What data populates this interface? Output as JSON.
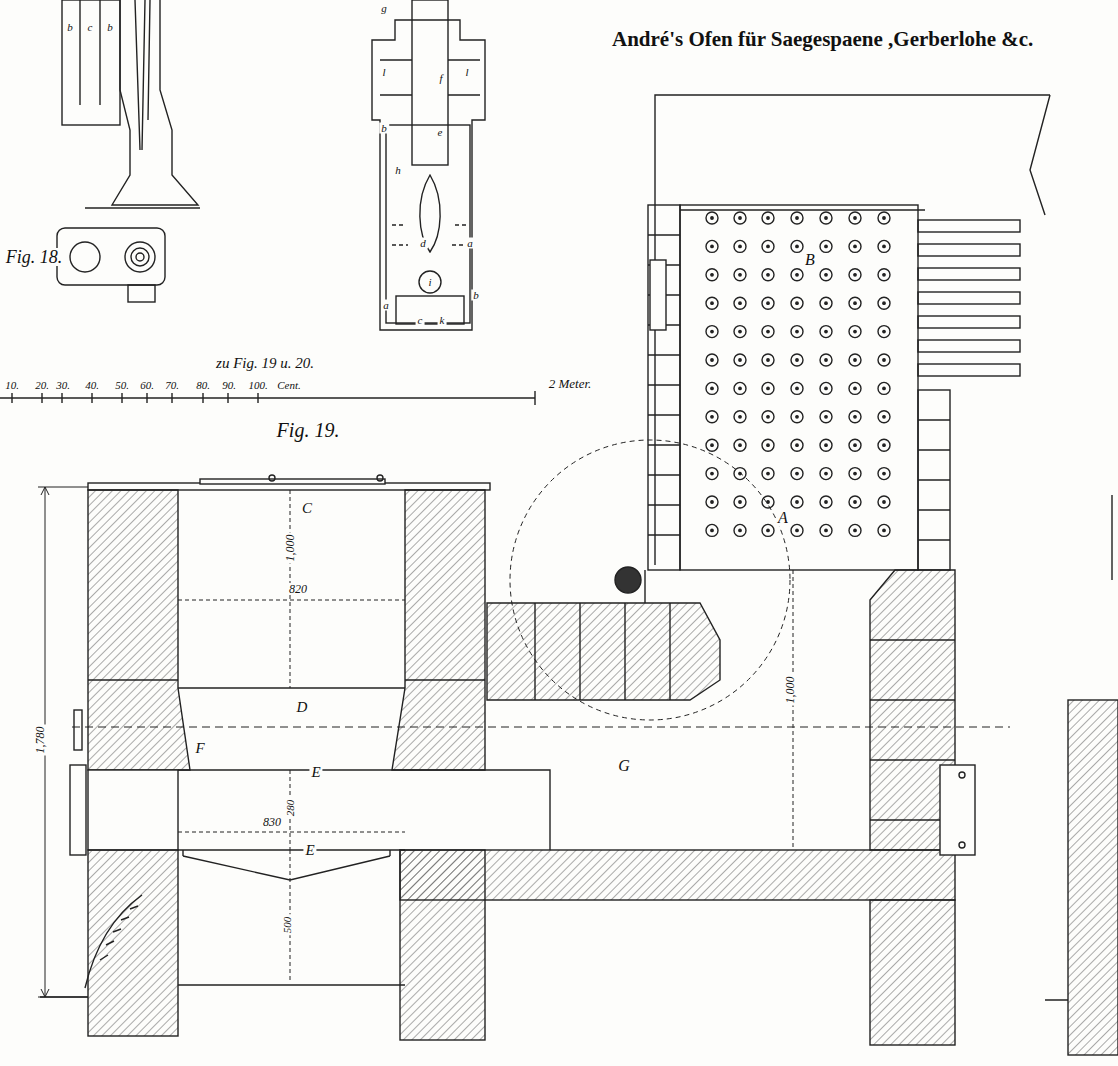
{
  "diagram": {
    "title": "André's Ofen für Saegespaene ,Gerberlohe &c.",
    "labels": [
      "Fig. 18.",
      "zu Fig. 19 u. 20.",
      "10.",
      "20.",
      "30.",
      "40.",
      "50.",
      "60.",
      "70.",
      "80.",
      "90.",
      "100.",
      "Cent.",
      "2 Meter.",
      "Fig. 19.",
      "C",
      "1,000",
      "820",
      "D",
      "F",
      "E",
      "280",
      "830",
      "E",
      "500",
      "1,780",
      "G",
      "1,000",
      "A",
      "B",
      "b",
      "c",
      "b",
      "g",
      "l",
      "l",
      "f",
      "b",
      "e",
      "h",
      "d",
      "a",
      "i",
      "a",
      "b",
      "c",
      "k"
    ]
  }
}
